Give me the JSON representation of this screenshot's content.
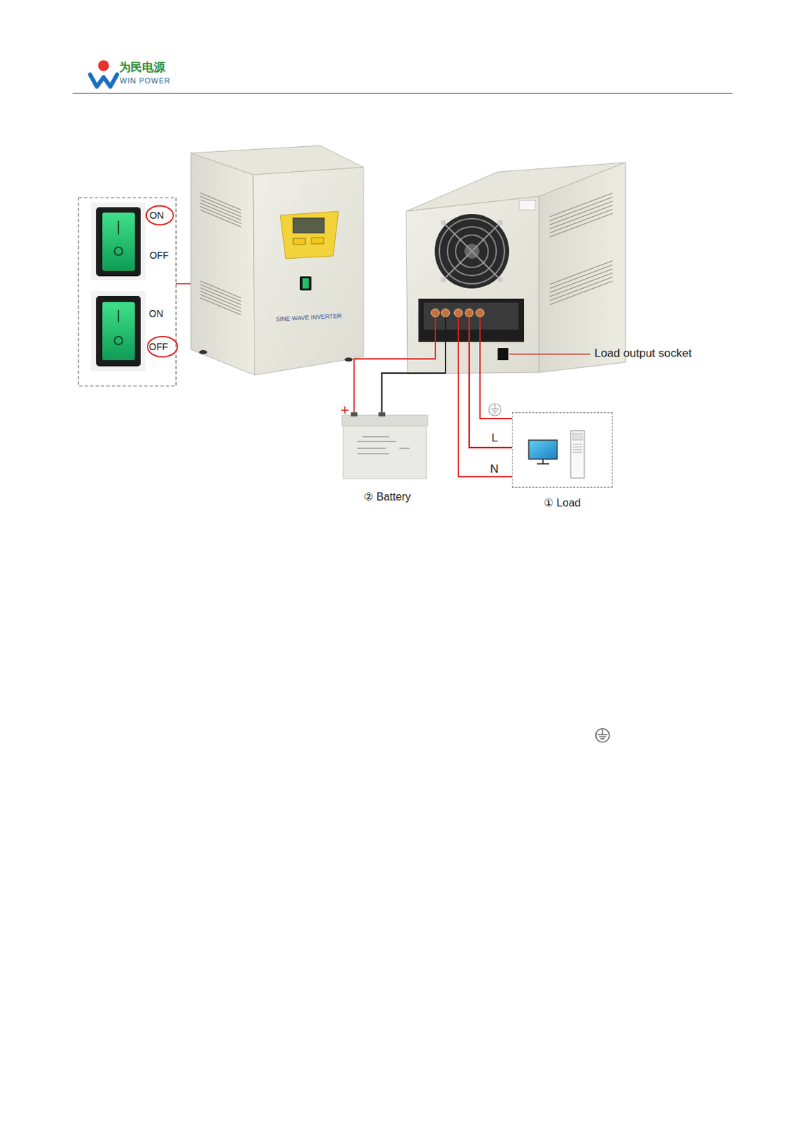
{
  "diagram": {
    "nodes": [
      {
        "text": [
          "ON",
          "OFF"
        ]
      },
      {
        "text": [
          "ON",
          "OFF"
        ]
      },
      {
        "text": [
          "SINE WAVE INVERTER"
        ]
      },
      {
        "text": [
          "② Battery"
        ]
      },
      {
        "text": [
          "① Load"
        ]
      }
    ],
    "labels": [
      "为民电源",
      "WIN POWER",
      "Load output socket",
      "+",
      "L",
      "N"
    ]
  }
}
